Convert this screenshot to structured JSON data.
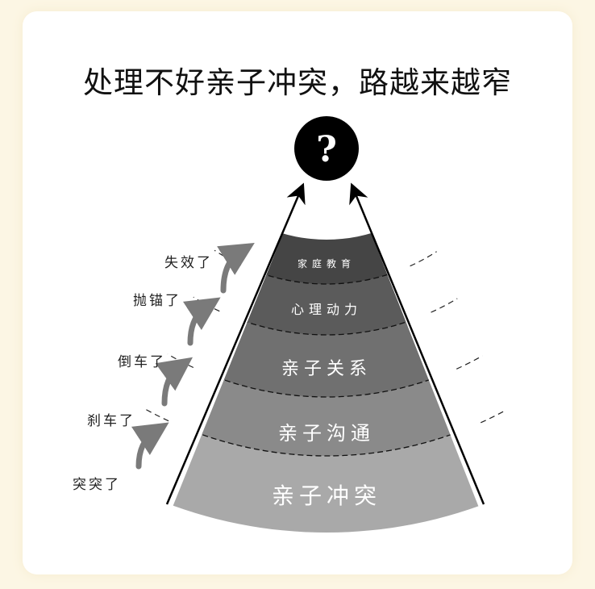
{
  "title": "处理不好亲子冲突，路越来越窄",
  "question_mark": "?",
  "bands": [
    {
      "label": "家庭教育",
      "color": "#454545"
    },
    {
      "label": "心理动力",
      "color": "#5b5b5b"
    },
    {
      "label": "亲子关系",
      "color": "#707070"
    },
    {
      "label": "亲子沟通",
      "color": "#8a8a8a"
    },
    {
      "label": "亲子冲突",
      "color": "#a9a9a9"
    }
  ],
  "steps": [
    "突突了",
    "刹车了",
    "倒车了",
    "抛锚了",
    "失效了"
  ]
}
